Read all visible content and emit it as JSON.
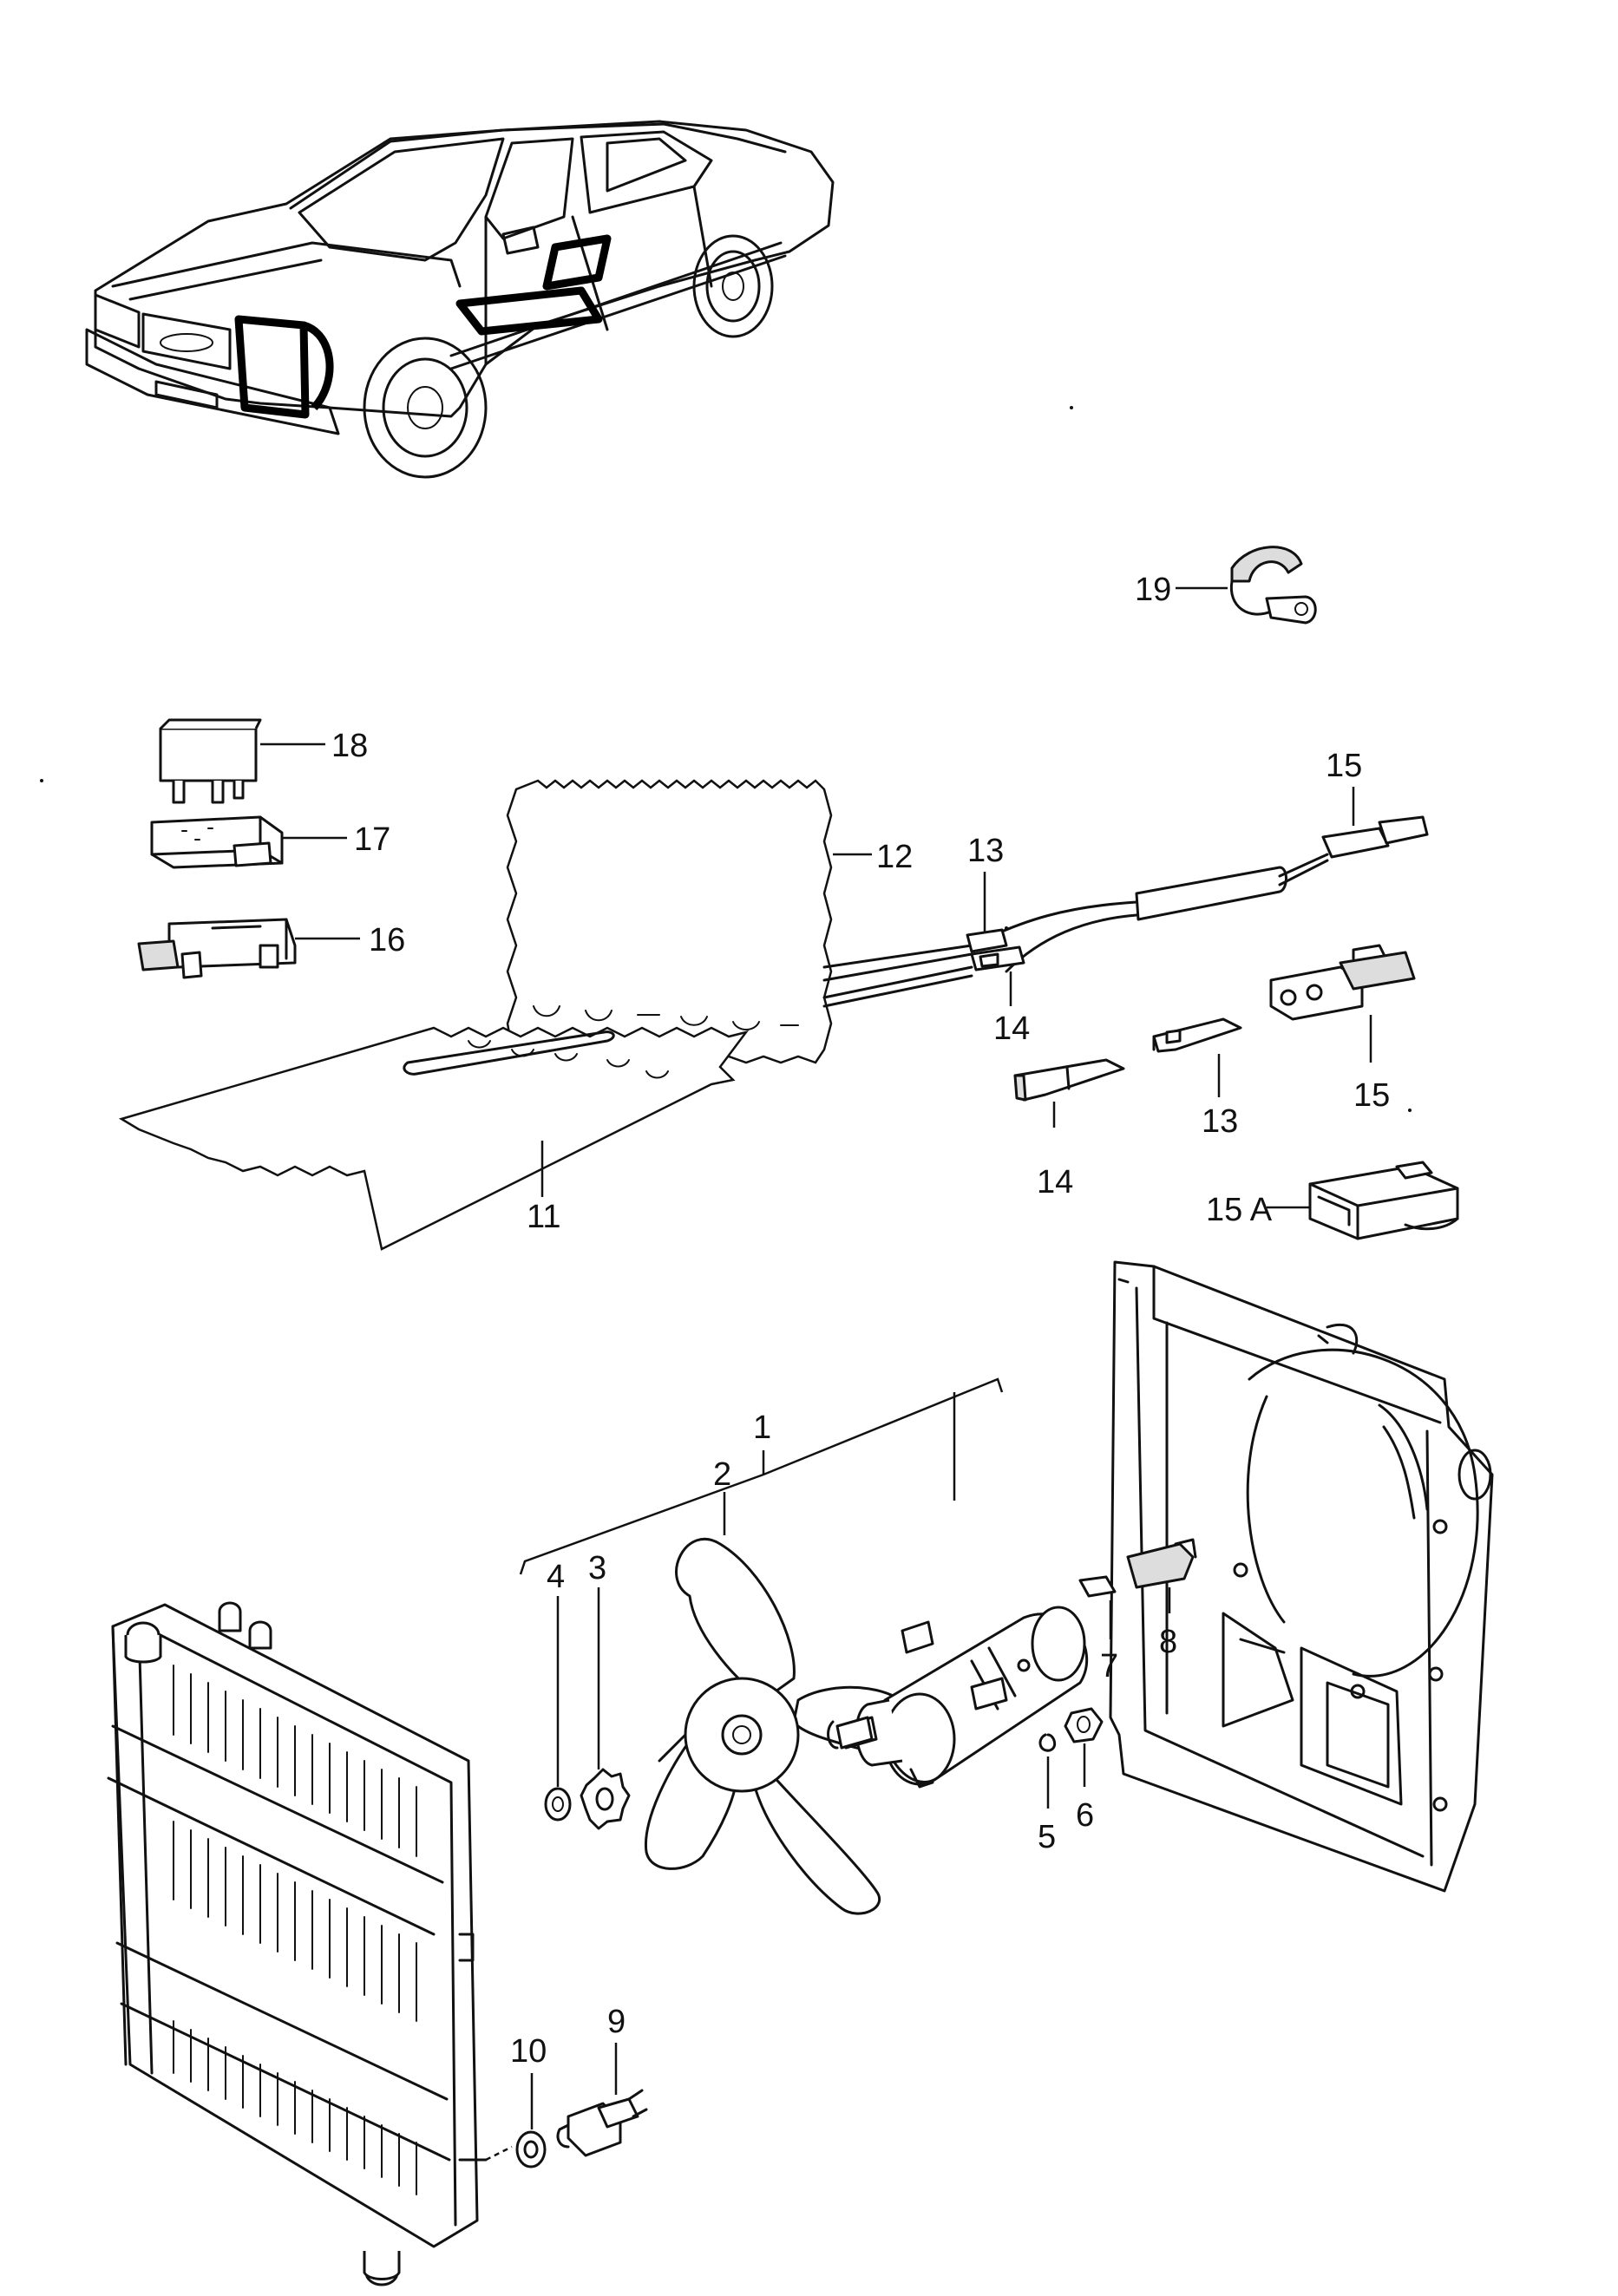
{
  "diagram": {
    "callouts": {
      "c1": "1",
      "c2": "2",
      "c3": "3",
      "c4": "4",
      "c5": "5",
      "c6": "6",
      "c7": "7",
      "c8": "8",
      "c9": "9",
      "c10": "10",
      "c11": "11",
      "c12": "12",
      "c13a": "13",
      "c13b": "13",
      "c14a": "14",
      "c14b": "14",
      "c15a": "15",
      "c15b": "15",
      "c15A": "15 A",
      "c16": "16",
      "c17": "17",
      "c18": "18",
      "c19": "19"
    },
    "colors": {
      "ink": "#111111",
      "paper": "#ffffff"
    }
  }
}
